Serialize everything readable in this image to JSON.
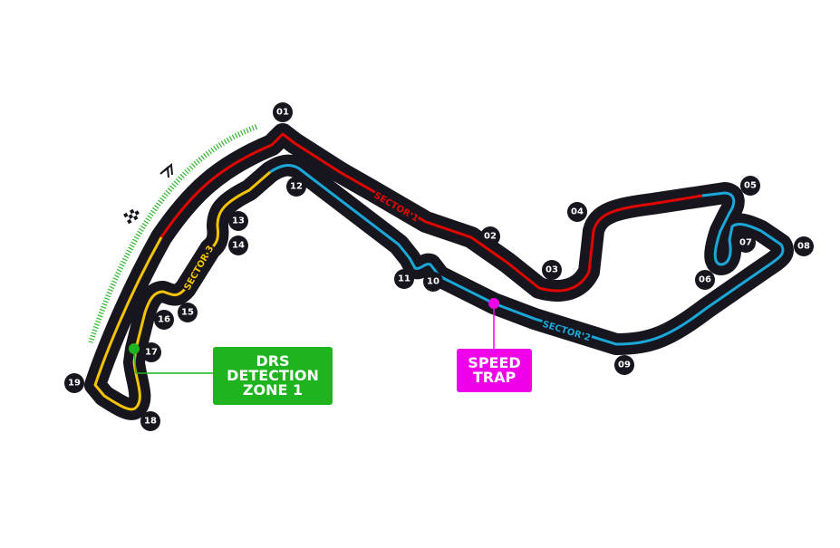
{
  "track": {
    "sectors": [
      {
        "label": "SECTOR 1",
        "color": "#e10600"
      },
      {
        "label": "SECTOR 2",
        "color": "#1ba8d8"
      },
      {
        "label": "SECTOR 3",
        "color": "#f5c400"
      }
    ],
    "track_color": "#17161f",
    "turns": [
      "01",
      "02",
      "03",
      "04",
      "05",
      "06",
      "07",
      "08",
      "09",
      "10",
      "11",
      "12",
      "13",
      "14",
      "15",
      "16",
      "17",
      "18",
      "19"
    ]
  },
  "callouts": {
    "drs": {
      "lines": [
        "DRS",
        "DETECTION",
        "ZONE 1"
      ],
      "color": "#1fb41f"
    },
    "speed_trap": {
      "lines": [
        "SPEED",
        "TRAP"
      ],
      "color": "#f000e8"
    }
  },
  "icons": [
    "checkered-flag-icon",
    "direction-chevrons-icon"
  ]
}
